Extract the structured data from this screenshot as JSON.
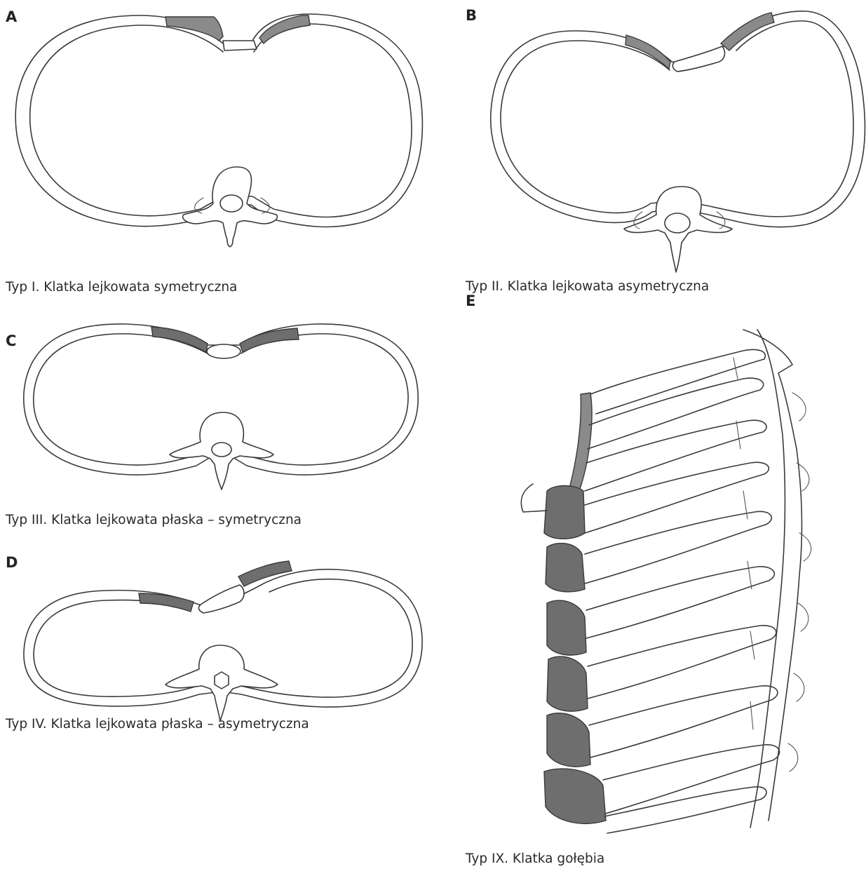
{
  "panels": [
    {
      "letter": "A",
      "caption": "Typ I. Klatka lejkowata symetryczna"
    },
    {
      "letter": "B",
      "caption": "Typ II. Klatka lejkowata asymetryczna"
    },
    {
      "letter": "C",
      "caption": "Typ III. Klatka lejkowata płaska – symetryczna"
    },
    {
      "letter": "D",
      "caption": "Typ IV. Klatka lejkowata płaska – asymetryczna"
    },
    {
      "letter": "E",
      "caption": "Typ IX. Klatka gołębia"
    }
  ],
  "colors": {
    "ink": "#3a3a3a",
    "cartilage": "#8a8a8a",
    "text": "#222222"
  }
}
